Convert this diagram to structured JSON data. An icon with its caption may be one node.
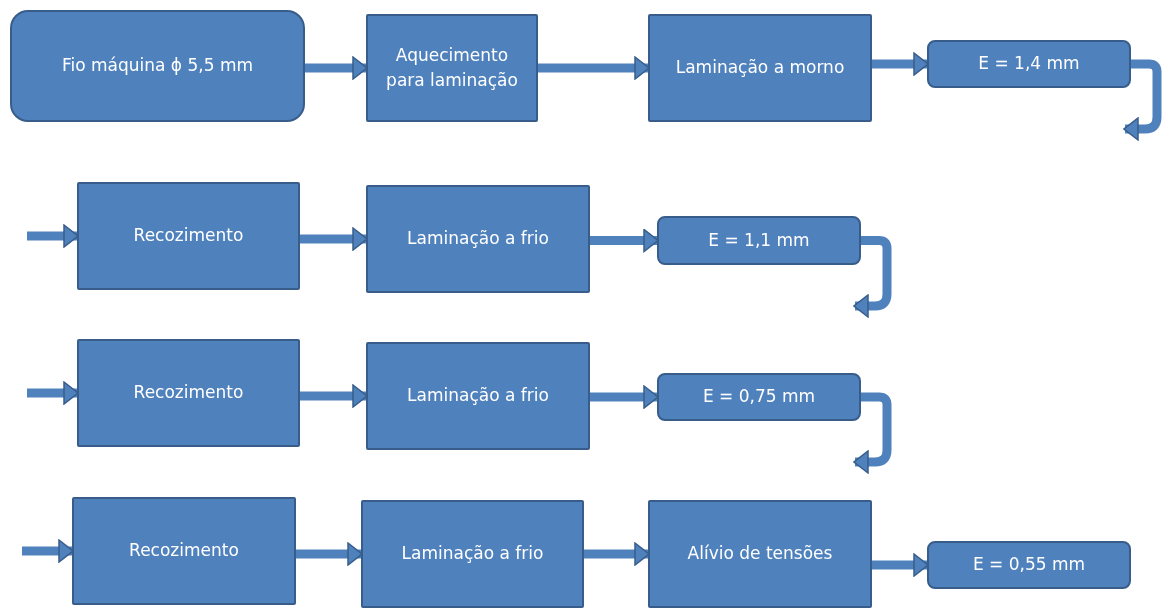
{
  "diagram": {
    "nodes": [
      {
        "text": [
          "Fio máquina ϕ 5,5 mm"
        ]
      },
      {
        "text": [
          "Aquecimento para laminação"
        ]
      },
      {
        "text": [
          "Laminação a morno"
        ]
      },
      {
        "text": [
          "E = 1,4 mm"
        ]
      },
      {
        "text": [
          "Recozimento"
        ]
      },
      {
        "text": [
          "Laminação a frio"
        ]
      },
      {
        "text": [
          "E = 1,1 mm"
        ]
      },
      {
        "text": [
          "Recozimento"
        ]
      },
      {
        "text": [
          "Laminação a frio"
        ]
      },
      {
        "text": [
          "E = 0,75 mm"
        ]
      },
      {
        "text": [
          "Recozimento"
        ]
      },
      {
        "text": [
          "Laminação a frio"
        ]
      },
      {
        "text": [
          "Alívio de tensões"
        ]
      },
      {
        "text": [
          "E = 0,55 mm"
        ]
      }
    ],
    "edges": [
      {
        "from": 0,
        "to": 1,
        "arrow": "to"
      },
      {
        "from": 1,
        "to": 2,
        "arrow": "to"
      },
      {
        "from": 2,
        "to": 3,
        "arrow": "to"
      },
      {
        "from": 3,
        "to": null,
        "arrow": "to"
      },
      {
        "from": null,
        "to": 4,
        "arrow": "to"
      },
      {
        "from": 4,
        "to": 5,
        "arrow": "to"
      },
      {
        "from": 5,
        "to": 6,
        "arrow": "to"
      },
      {
        "from": 6,
        "to": null,
        "arrow": "to"
      },
      {
        "from": null,
        "to": 7,
        "arrow": "to"
      },
      {
        "from": 7,
        "to": 8,
        "arrow": "to"
      },
      {
        "from": 8,
        "to": 9,
        "arrow": "to"
      },
      {
        "from": 9,
        "to": null,
        "arrow": "to"
      },
      {
        "from": null,
        "to": 10,
        "arrow": "to"
      },
      {
        "from": 10,
        "to": 11,
        "arrow": "to"
      },
      {
        "from": 11,
        "to": 12,
        "arrow": "to"
      },
      {
        "from": 12,
        "to": 13,
        "arrow": "to"
      }
    ]
  }
}
